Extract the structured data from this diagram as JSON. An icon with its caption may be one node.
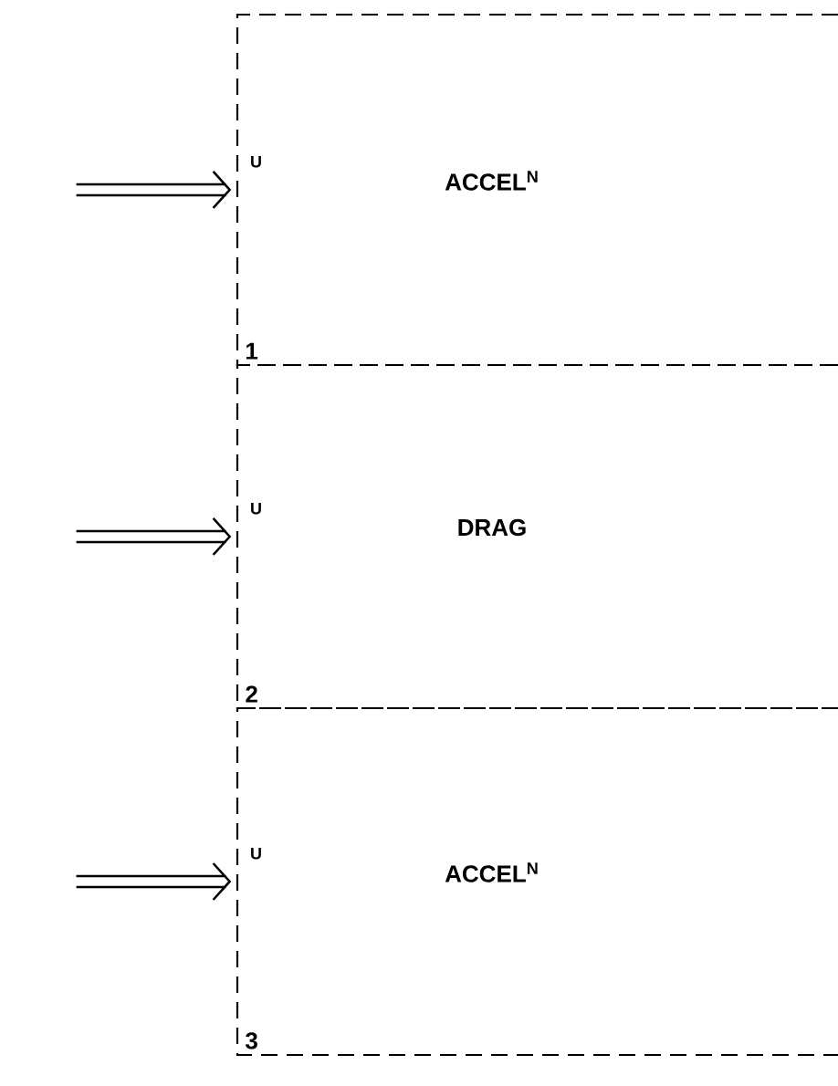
{
  "diagram": {
    "nodes": [
      {
        "text": [
          "ACCEL$^{N}$",
          "1"
        ]
      },
      {
        "text": [
          "DRAG",
          "2"
        ]
      },
      {
        "text": [
          "ACCEL$^{N}$",
          "3"
        ]
      }
    ],
    "edges": [
      {
        "from": null,
        "to": 0,
        "arrow": "to",
        "label": "U"
      },
      {
        "from": null,
        "to": 1,
        "arrow": "to",
        "label": "U"
      },
      {
        "from": null,
        "to": 2,
        "arrow": "to",
        "label": "U"
      }
    ]
  }
}
